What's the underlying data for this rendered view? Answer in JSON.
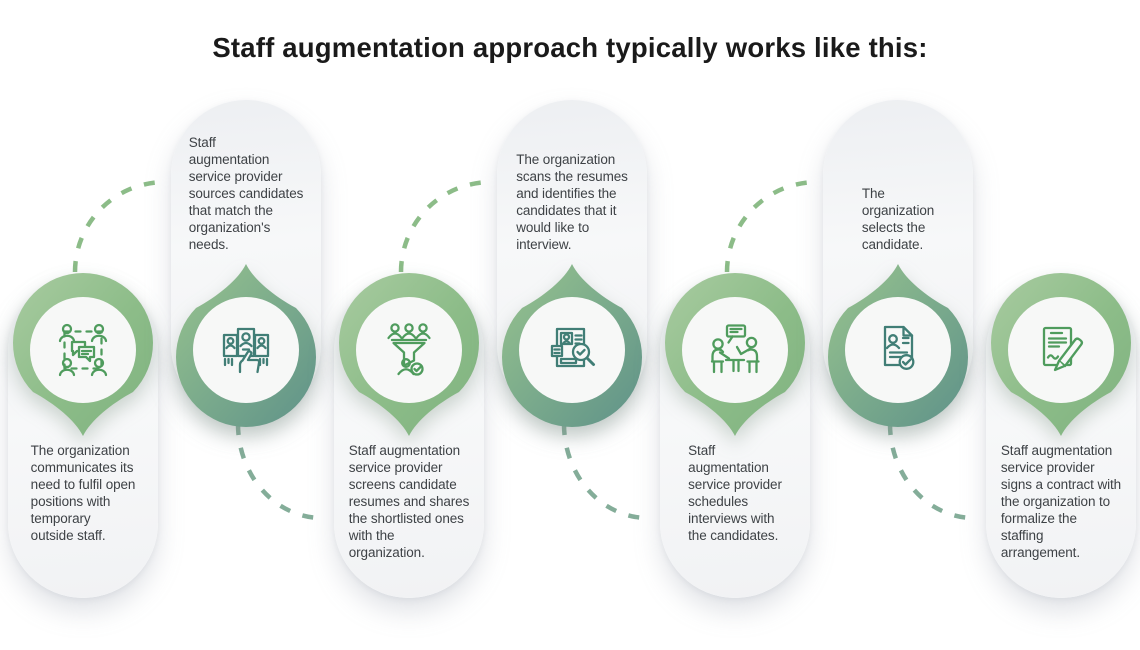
{
  "title": "Staff augmentation approach typically works like this:",
  "colors": {
    "accent_green": "#8cbc88",
    "accent_teal": "#5f9289",
    "icon_green": "#4f9c5d",
    "icon_teal": "#417e76",
    "card_background": "#f1f2f4",
    "body_text": "#3e4246",
    "title_text": "#1a1a1a"
  },
  "steps": [
    {
      "id": 1,
      "text_position": "below",
      "icon": "team-discussion-icon",
      "text": "The organization\ncommunicates its\nneed to fulfil open\npositions with\ntemporary\noutside staff."
    },
    {
      "id": 2,
      "text_position": "above",
      "icon": "candidate-sourcing-icon",
      "text": "Staff\naugmentation\nservice provider\nsources candidates\nthat match the\norganization's\nneeds."
    },
    {
      "id": 3,
      "text_position": "below",
      "icon": "screening-funnel-icon",
      "text": "Staff augmentation\nservice provider\nscreens candidate\nresumes and shares\nthe shortlisted ones\nwith the\norganization."
    },
    {
      "id": 4,
      "text_position": "above",
      "icon": "resume-scan-icon",
      "text": "The organization\nscans the resumes\nand identifies the\ncandidates that it\nwould like to\ninterview."
    },
    {
      "id": 5,
      "text_position": "below",
      "icon": "interview-icon",
      "text": "Staff\naugmentation\nservice provider\nschedules\ninterviews with\nthe candidates."
    },
    {
      "id": 6,
      "text_position": "above",
      "icon": "candidate-selected-icon",
      "text": "The\norganization\nselects the\ncandidate."
    },
    {
      "id": 7,
      "text_position": "below",
      "icon": "contract-signing-icon",
      "text": "Staff augmentation\nservice provider\nsigns a contract with\nthe organization to\nformalize the\nstaffing\narrangement."
    }
  ]
}
